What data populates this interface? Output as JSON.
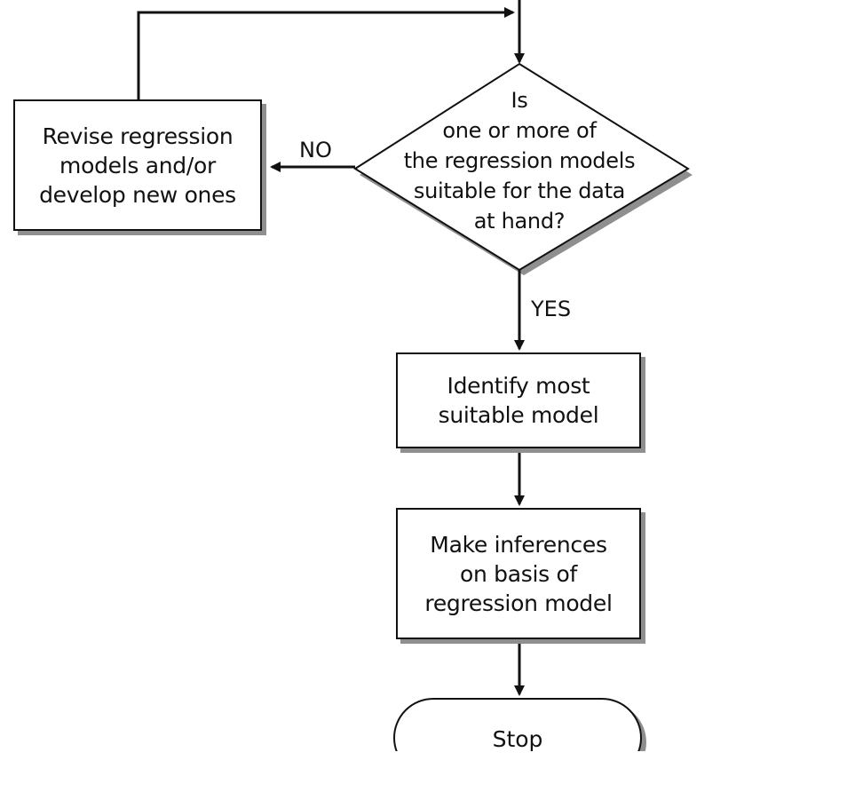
{
  "diagram": {
    "decision": {
      "lines": [
        "Is",
        "one or more of",
        "the regression models",
        "suitable for the data",
        "at hand?"
      ]
    },
    "revise_box": {
      "lines": [
        "Revise regression",
        "models and/or",
        "develop new ones"
      ]
    },
    "identify_box": {
      "lines": [
        "Identify most",
        "suitable model"
      ]
    },
    "inference_box": {
      "lines": [
        "Make inferences",
        "on basis of",
        "regression model"
      ]
    },
    "stop": "Stop",
    "no_label": "NO",
    "yes_label": "YES"
  }
}
